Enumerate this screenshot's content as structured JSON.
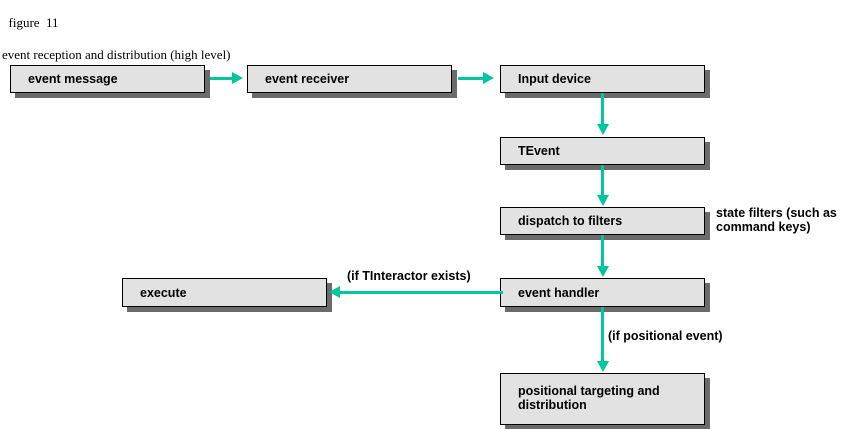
{
  "caption": {
    "figure_number": "figure  11",
    "title": "event reception and distribution (high level)"
  },
  "colors": {
    "arrow": "#00c69c",
    "box_fill": "#e2e2e2",
    "box_border": "#000000",
    "box_shadow": "#6b6b6b",
    "text": "#000000",
    "background": "#ffffff"
  },
  "diagram": {
    "nodes": [
      {
        "id": "event-message",
        "label": "event message"
      },
      {
        "id": "event-receiver",
        "label": "event receiver"
      },
      {
        "id": "input-device",
        "label": "Input device"
      },
      {
        "id": "tevent",
        "label": "TEvent"
      },
      {
        "id": "dispatch-filters",
        "label": "dispatch to filters"
      },
      {
        "id": "event-handler",
        "label": "event handler"
      },
      {
        "id": "execute",
        "label": "execute"
      },
      {
        "id": "positional",
        "label": "positional targeting and\ndistribution"
      }
    ],
    "edges": [
      {
        "id": "msg-recv",
        "from": "event-message",
        "to": "event-receiver",
        "direction": "right",
        "label": ""
      },
      {
        "id": "recv-dev",
        "from": "event-receiver",
        "to": "input-device",
        "direction": "right",
        "label": ""
      },
      {
        "id": "dev-tev",
        "from": "input-device",
        "to": "tevent",
        "direction": "down",
        "label": ""
      },
      {
        "id": "tev-disp",
        "from": "tevent",
        "to": "dispatch-filters",
        "direction": "down",
        "label": ""
      },
      {
        "id": "disp-hand",
        "from": "dispatch-filters",
        "to": "event-handler",
        "direction": "down",
        "label": ""
      },
      {
        "id": "hand-exec",
        "from": "event-handler",
        "to": "execute",
        "direction": "left",
        "label": "(if TInteractor exists)"
      },
      {
        "id": "hand-pos",
        "from": "event-handler",
        "to": "positional",
        "direction": "down",
        "label": "(if positional event)"
      }
    ],
    "annotations": [
      {
        "id": "state-filters",
        "text": "state filters (such as\ncommand keys)"
      },
      {
        "id": "tinteractor",
        "text": "(if TInteractor exists)"
      },
      {
        "id": "positional-event",
        "text": "(if positional event)"
      }
    ]
  }
}
